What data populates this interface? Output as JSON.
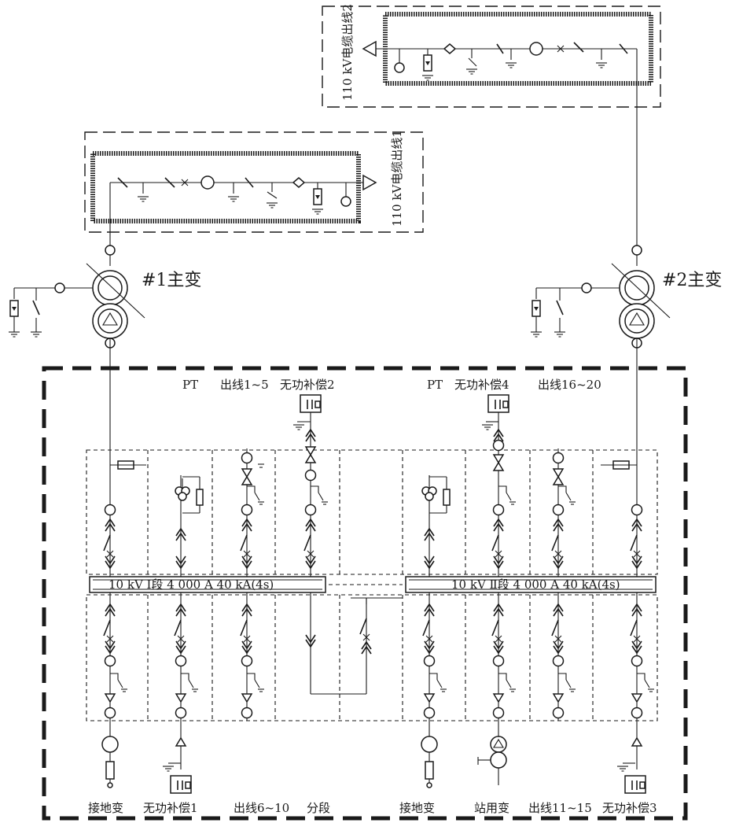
{
  "transformers": {
    "t1": "#1主变",
    "t2": "#2主变"
  },
  "cables": {
    "c1": "110 kV电缆出线1",
    "c2": "110 kV电缆出线2"
  },
  "top_labels": {
    "pt_left": "PT",
    "out_1_5": "出线1~5",
    "comp2": "无功补偿2",
    "pt_right": "PT",
    "comp4": "无功补偿4",
    "out_16_20": "出线16~20"
  },
  "bus": {
    "section1": "10 kV Ⅰ段 4 000 A  40 kA(4s)",
    "section2": "10 kV Ⅱ段 4 000 A  40 kA(4s)"
  },
  "bottom_labels": {
    "earthing_left": "接地变",
    "comp1": "无功补偿1",
    "out_6_10": "出线6~10",
    "sectionalizer": "分段",
    "earthing_right": "接地变",
    "station_tx": "站用变",
    "out_11_15": "出线11~15",
    "comp3": "无功补偿3"
  }
}
